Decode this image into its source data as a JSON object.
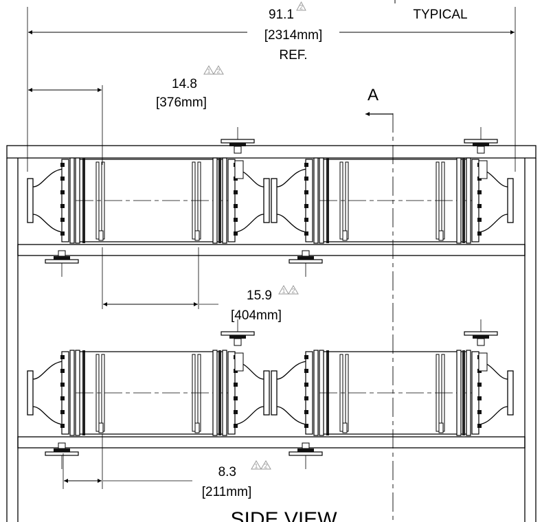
{
  "dimensions": {
    "overall": {
      "value": "91.1",
      "metric": "[2314mm]",
      "note": "REF.",
      "rev": [
        "2"
      ]
    },
    "top_note": "TYPICAL",
    "inlet_offset": {
      "value": "14.8",
      "metric": "[376mm]",
      "rev": [
        "1",
        "2"
      ]
    },
    "element_span": {
      "value": "15.9",
      "metric": "[404mm]",
      "rev": [
        "1",
        "2"
      ]
    },
    "end_offset": {
      "value": "8.3",
      "metric": "[211mm]",
      "rev": [
        "1",
        "2"
      ]
    }
  },
  "section_marker": "A",
  "view_title": "SIDE VIEW"
}
